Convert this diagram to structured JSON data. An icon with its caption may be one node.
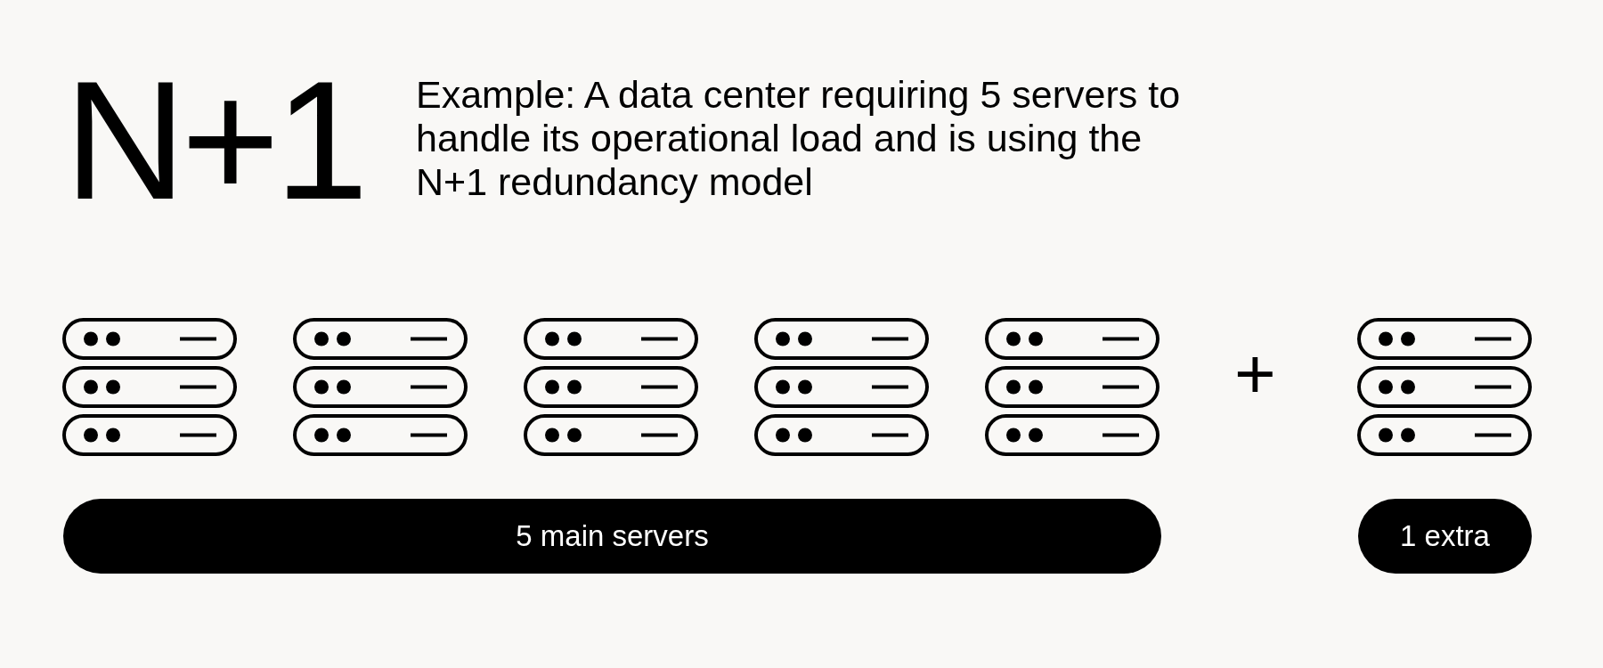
{
  "diagram": {
    "title": "N+1",
    "nodes": [
      {
        "text": [
          "5 main servers"
        ]
      },
      {
        "text": [
          "1 extra"
        ]
      }
    ],
    "labels": [
      "Example: A data center requiring 5 servers to handle its operational load and is using the N+1 redundancy model",
      "+"
    ]
  }
}
